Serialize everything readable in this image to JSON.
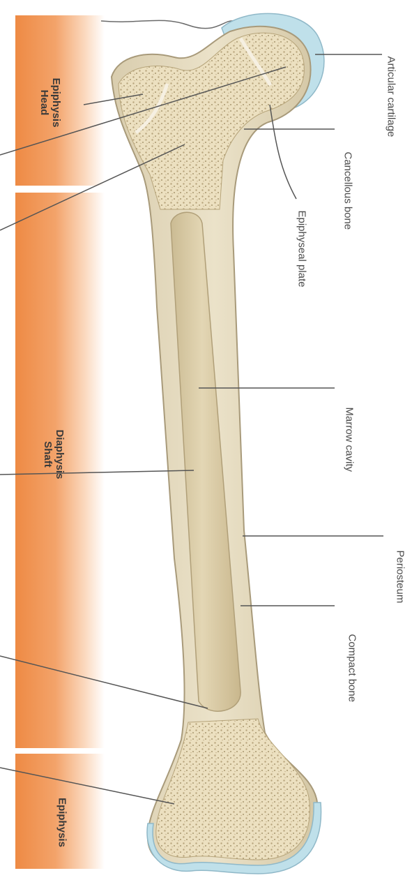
{
  "regions": {
    "proximal_epiphysis": {
      "line1": "Epiphysis",
      "line2": "Head"
    },
    "diaphysis": {
      "line1": "Diaphysis",
      "line2": "Shaft"
    },
    "distal_epiphysis": {
      "line1": "Epiphysis"
    }
  },
  "labels": {
    "articular_cartilage": "Articular cartilage",
    "cancellous_bone": "Cancellous bone",
    "epiphyseal_plate": "Epiphyseal plate",
    "marrow_cavity": "Marrow cavity",
    "periosteum": "Periosteum",
    "compact_bone": "Compact bone"
  },
  "colors": {
    "band": "#ee8a44",
    "cartilage": "#bfe0ea",
    "bone": "#e0d5ba",
    "cavity": "#d8c9a4",
    "spongy": "#ece0c0",
    "leader": "#555555"
  }
}
